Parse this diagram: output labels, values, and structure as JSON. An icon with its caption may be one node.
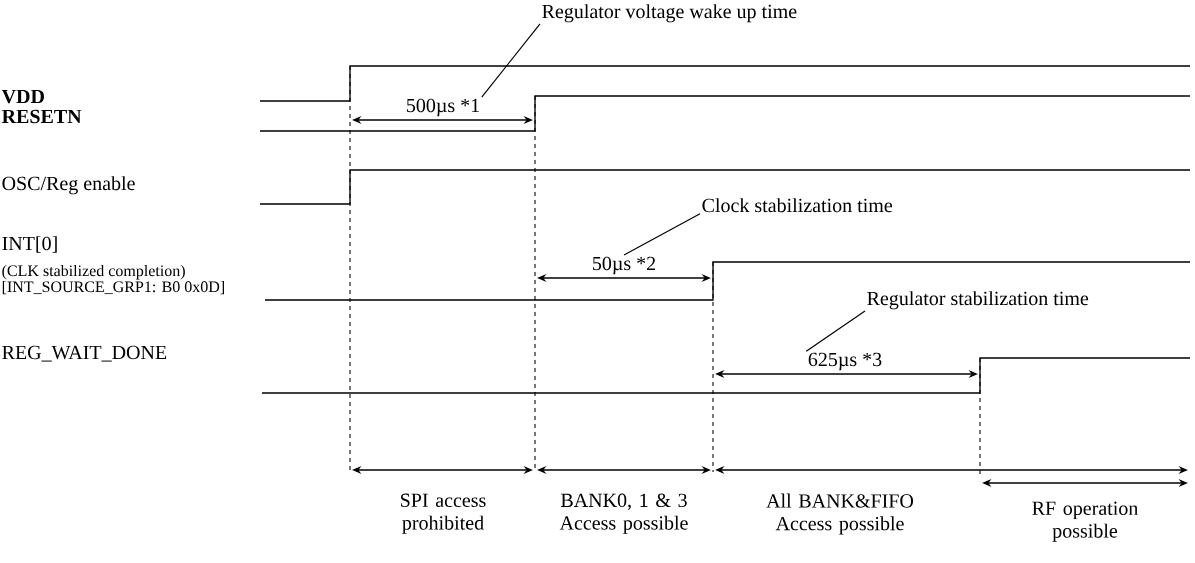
{
  "diagram": {
    "nodes": [
      {
        "text": [
          "Regulator voltage wake up time"
        ]
      },
      {
        "text": [
          "Clock stabilization time"
        ]
      },
      {
        "text": [
          "Regulator stabilization time"
        ]
      },
      {
        "text": [
          "500µs *1"
        ]
      },
      {
        "text": [
          "50µs *2"
        ]
      },
      {
        "text": [
          "625µs *3"
        ]
      }
    ],
    "edges": [
      {
        "from": 0,
        "to": 3,
        "arrow": "none"
      },
      {
        "from": 1,
        "to": 4,
        "arrow": "none"
      },
      {
        "from": 2,
        "to": 5,
        "arrow": "none"
      }
    ],
    "labels": [
      "VDD",
      "RESETN",
      "OSC/Reg enable",
      "INT[0]",
      "(CLK stabilized completion)",
      "[INT_SOURCE_GRP1: B0 0x0D]",
      "REG_WAIT_DONE",
      "SPI access prohibited",
      "BANK0, 1 & 3 Access possible",
      "All BANK&FIFO Access possible",
      "RF operation possible"
    ]
  }
}
